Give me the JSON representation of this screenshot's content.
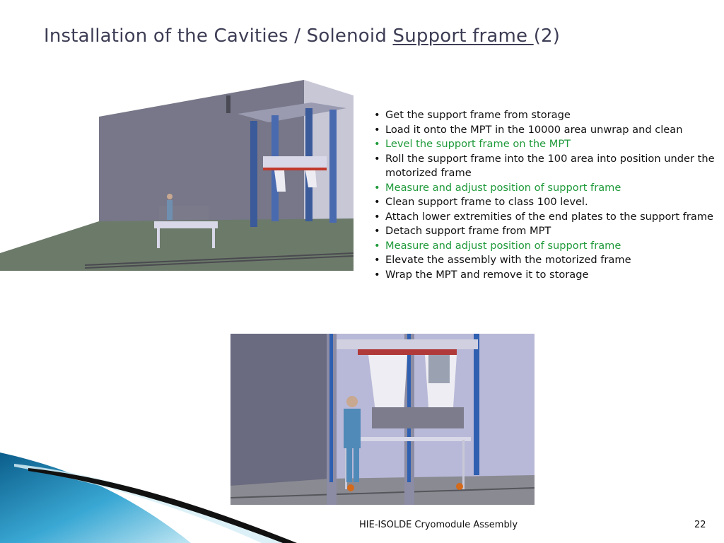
{
  "slide": {
    "title_before": "Installation of the Cavities / Solenoid ",
    "title_underlined": "Support frame ",
    "title_after": "(2)",
    "bullets": [
      {
        "text": "Get the support frame from storage",
        "highlight": false
      },
      {
        "text": "Load it onto the MPT in the 10000 area unwrap and clean",
        "highlight": false
      },
      {
        "text": "Level the support frame on the MPT",
        "highlight": true
      },
      {
        "text": "Roll the support frame into the 100 area into position under the motorized frame",
        "highlight": false
      },
      {
        "text": "Measure and adjust position of support frame",
        "highlight": true
      },
      {
        "text": "Clean support frame to class 100 level.",
        "highlight": false
      },
      {
        "text": "Attach lower extremities of the end plates to the support frame",
        "highlight": false
      },
      {
        "text": "Detach support frame from MPT",
        "highlight": false
      },
      {
        "text": "Measure and adjust position of support frame",
        "highlight": true
      },
      {
        "text": "Elevate the assembly with the motorized frame",
        "highlight": false
      },
      {
        "text": "Wrap the MPT and remove it to storage",
        "highlight": false
      }
    ],
    "footer_text": "HIE-ISOLDE Cryomodule Assembly",
    "page_number": "22",
    "colors": {
      "title": "#3d3d55",
      "highlight": "#1f9a3a",
      "text": "#111111"
    }
  }
}
